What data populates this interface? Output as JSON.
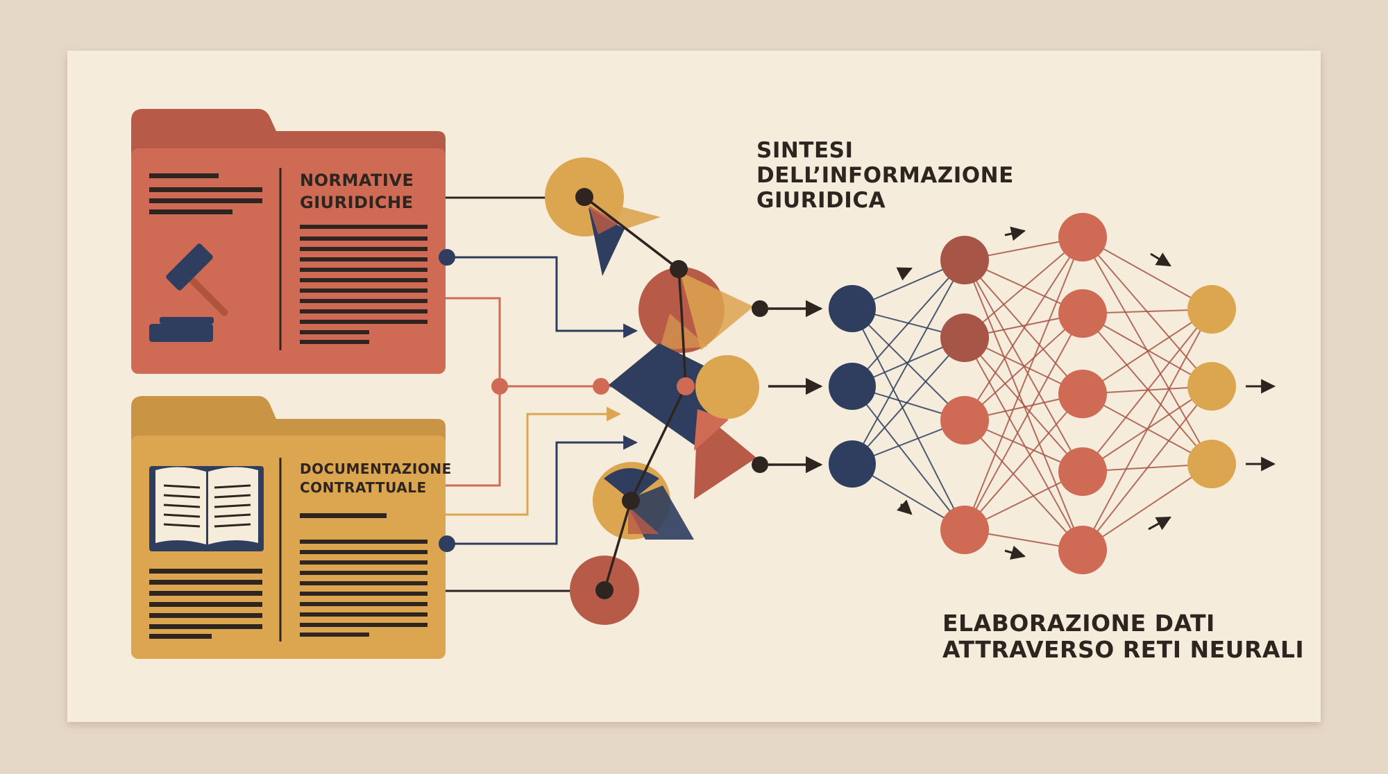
{
  "folders": {
    "normative": {
      "title_line1": "NORMATIVE",
      "title_line2": "GIURIDICHE",
      "icon": "gavel-icon"
    },
    "contracts": {
      "title_line1": "DOCUMENTAZIONE",
      "title_line2": "CONTRATTUALE",
      "icon": "open-book-icon"
    }
  },
  "headings": {
    "synthesis": {
      "line1": "SINTESI",
      "line2": "DELL’INFORMAZIONE",
      "line3": "GIURIDICA"
    },
    "processing": {
      "line1": "ELABORAZIONE DATI",
      "line2": "ATTRAVERSO RETI NEURALI"
    }
  },
  "network": {
    "layer_sizes": [
      3,
      4,
      5,
      3
    ]
  },
  "colors": {
    "background": "#e6d8c6",
    "card": "#f6ecdb",
    "terracotta": "#cf6a55",
    "terracotta_dark": "#b85a48",
    "ochre": "#dca550",
    "ochre_dark": "#c99443",
    "navy": "#2f3e5f",
    "brown": "#a75546",
    "ink": "#2e2520"
  }
}
